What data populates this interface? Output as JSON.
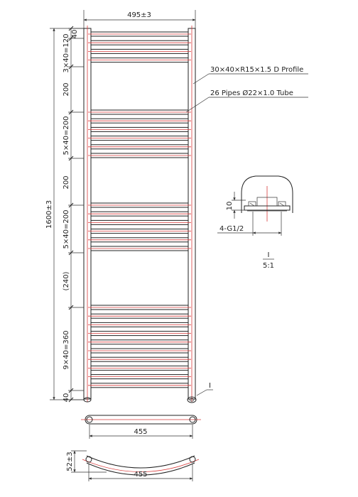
{
  "drawing": {
    "dimensions": {
      "overall_width": "495±3",
      "overall_height": "1600±3",
      "top_offset": "40",
      "bottom_offset": "40",
      "group1": "3×40=120",
      "gap1": "200",
      "group2": "5×40=200",
      "gap2": "200",
      "group3": "5×40=200",
      "gap3": "(240)",
      "group4": "9×40=360",
      "bottom_center_width": "455",
      "curved_center_width": "455",
      "curve_depth": "52±3"
    },
    "callouts": {
      "profile": "30×40×R15×1.5 D Profile",
      "pipes": "26 Pipes Ø22×1.0 Tube",
      "detail_marker": "I"
    },
    "detail": {
      "height_dim": "10",
      "thread": "4-G1/2",
      "title": "I",
      "scale": "5:1"
    }
  }
}
